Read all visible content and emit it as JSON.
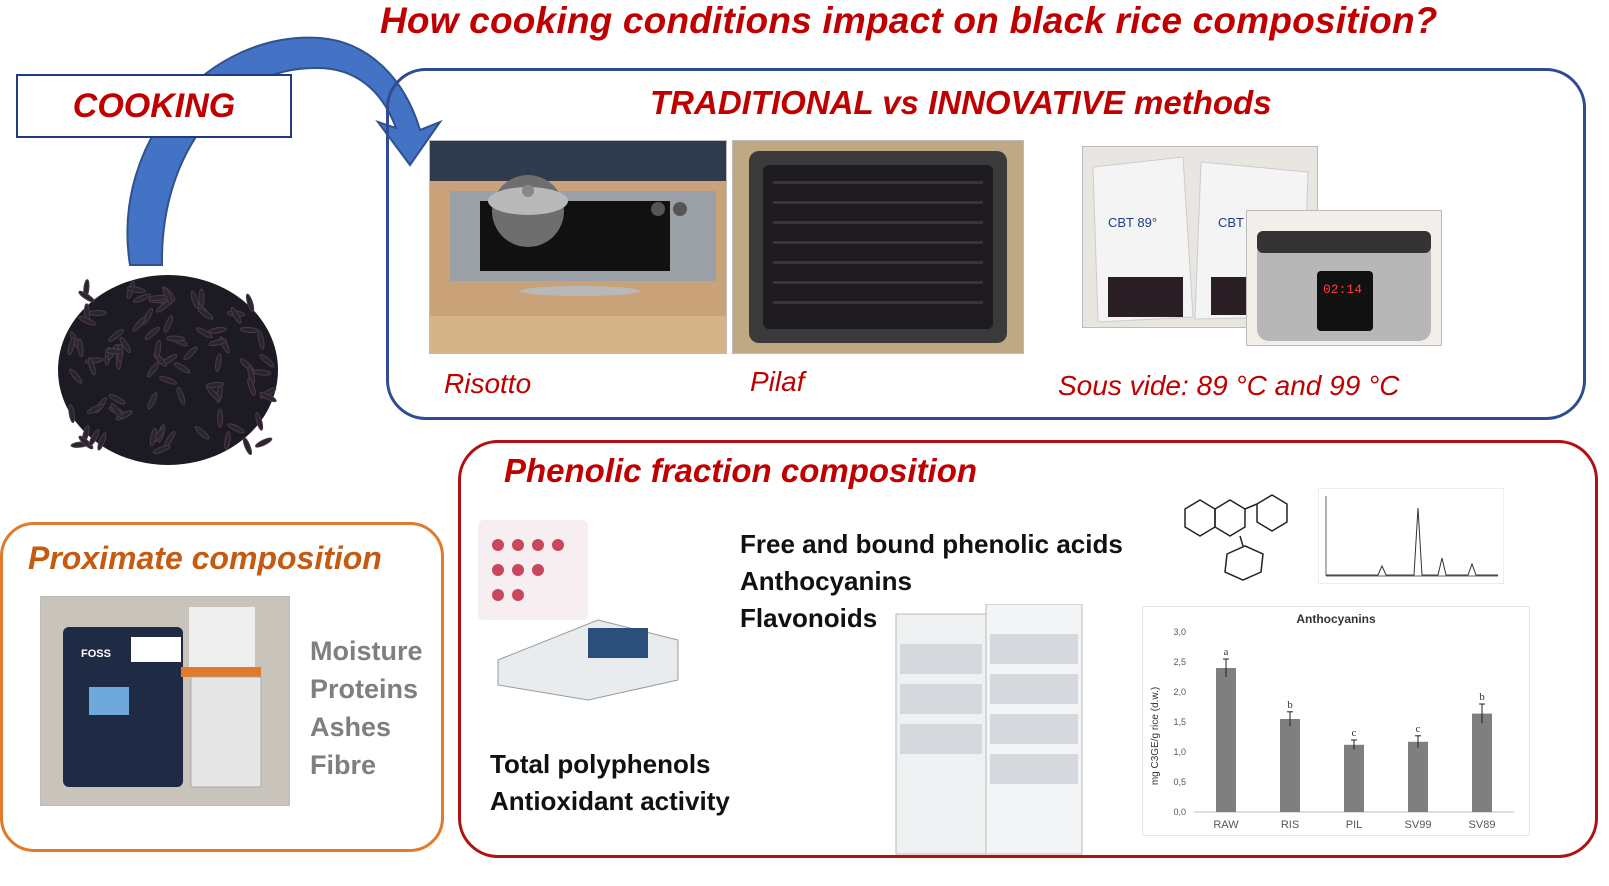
{
  "header": {
    "title": "How cooking conditions impact on black rice composition?"
  },
  "cooking_label": "COOKING",
  "methods": {
    "title": "TRADITIONAL vs INNOVATIVE methods",
    "captions": [
      "Risotto",
      "Pilaf",
      "Sous vide: 89 °C and 99 °C"
    ],
    "bag_labels": [
      "CBT 89°",
      "CBT 99°"
    ],
    "timer_display": "02:14"
  },
  "proximate": {
    "title": "Proximate composition",
    "device_brand": "FOSS",
    "items": [
      "Moisture",
      "Proteins",
      "Ashes",
      "Fibre"
    ]
  },
  "phenolic": {
    "title": "Phenolic fraction composition",
    "hplc_items": [
      "Free and bound phenolic acids",
      "Anthocyanins",
      "Flavonoids"
    ],
    "spectro_items": [
      "Total polyphenols",
      "Antioxidant activity"
    ]
  },
  "colors": {
    "accent_red": "#c00000",
    "blue_border": "#2e4b93",
    "orange": "#e07a2c",
    "bar_gray": "#7f7f7f"
  },
  "chart_data": {
    "type": "bar",
    "title": "Anthocyanins",
    "ylabel": "mg C3GE/g rice (d.w.)",
    "xlabel": "",
    "categories": [
      "RAW",
      "RIS",
      "PIL",
      "SV99",
      "SV89"
    ],
    "values": [
      2.4,
      1.55,
      1.12,
      1.17,
      1.64
    ],
    "errors": [
      0.15,
      0.12,
      0.08,
      0.1,
      0.16
    ],
    "significance_letters": [
      "a",
      "b",
      "c",
      "c",
      "b"
    ],
    "ylim": [
      0,
      3
    ],
    "yticks": [
      "0,0",
      "0,5",
      "1,0",
      "1,5",
      "2,0",
      "2,5",
      "3,0"
    ],
    "grid": false
  }
}
